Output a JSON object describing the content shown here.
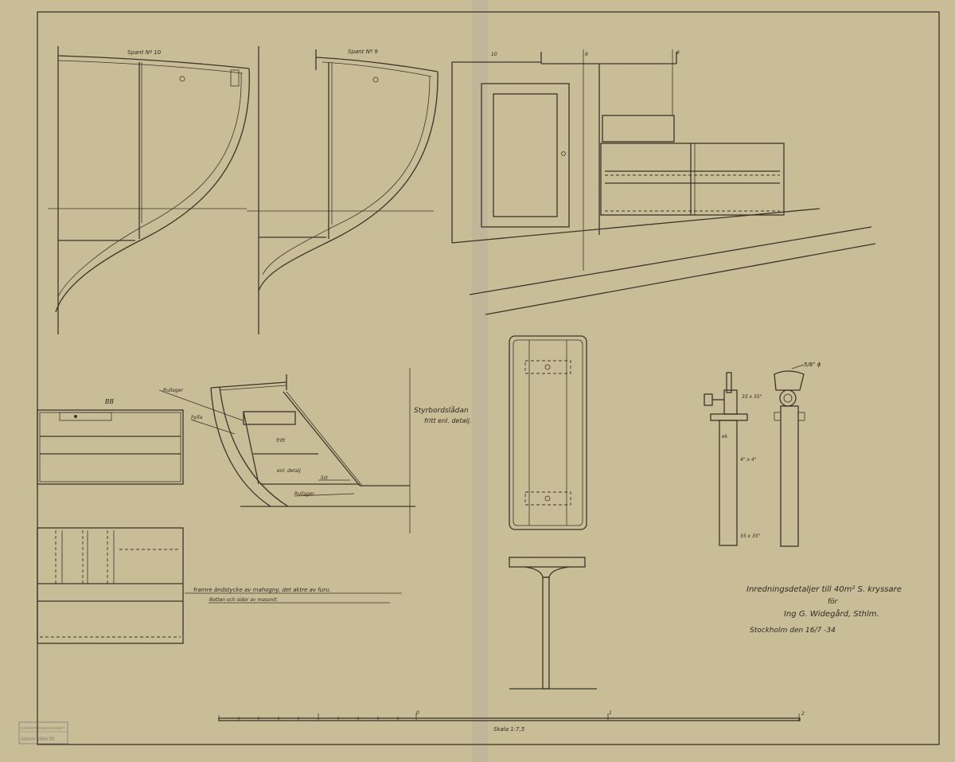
{
  "drawing": {
    "frame_labels": {
      "spant_10": "Spant Nº 10",
      "spant_9": "Spant Nº 9",
      "station_10": "10",
      "station_9": "9",
      "station_8": "8"
    },
    "section_labels": {
      "bb": "BB",
      "rollager_top": "Rullager",
      "hylla": "hylla",
      "fritt": "fritt",
      "enl_detalj": "enl. detalj",
      "list": "list",
      "rollager_bottom": "Rullager"
    },
    "styrbord_note": {
      "line1": "Styrbordslådan",
      "line2": "fritt enl. detalj."
    },
    "material_note": {
      "line1": "framre ändstycke av mahogny, det aktre av furu.",
      "line2": "Botten och sidor av masonit."
    },
    "tiller_labels": {
      "diameter": "5/8\" ϕ",
      "dim_top": "35 x 35\"",
      "wood": "ek",
      "dim_mid": "4\" x 4\"",
      "dim_bottom": "35 x 35\""
    },
    "title_block": {
      "line1": "Inredningsdetaljer till 40m² S. kryssare",
      "line2": "för",
      "line3": "Ing G. Widegård, Sthlm.",
      "line4": "Stockholm den 16/7 -34"
    },
    "scale": {
      "label": "Skala 1:7,5",
      "tick_0": "0",
      "tick_1": "1",
      "tick_2": "2"
    },
    "stamp": {
      "line1": "SJÖHISTORISKA MUSEET",
      "line2": "Arkivnr 1968:39"
    }
  }
}
